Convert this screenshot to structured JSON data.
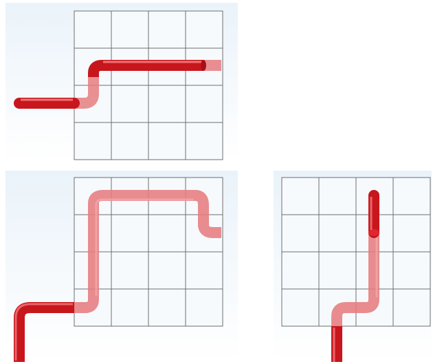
{
  "colors": {
    "background": "#ffffff",
    "panel_gradient_top": "#eaf3fa",
    "panel_gradient_bottom": "#ffffff",
    "grid_fill": "#f7fafd",
    "grid_line": "#6e6e6e",
    "pipe_solid": "#c8161d",
    "pipe_translucent": "#e67c80",
    "pipe_highlight": "#ff9a9e"
  },
  "panels": [
    {
      "name": "top-left",
      "grid": {
        "rows": 4,
        "cols": 4
      },
      "pipe_route": [
        "horizontal-in",
        "bend-up",
        "horizontal-out-right"
      ]
    },
    {
      "name": "bottom-left",
      "grid": {
        "rows": 4,
        "cols": 4
      },
      "pipe_route": [
        "vertical-in-bottom",
        "bend-right",
        "bend-up",
        "horizontal-top",
        "bend-down",
        "exit-right"
      ]
    },
    {
      "name": "bottom-right",
      "grid": {
        "rows": 4,
        "cols": 4
      },
      "pipe_route": [
        "vertical-in-bottom",
        "bend-right",
        "bend-up",
        "vertical-end-cap"
      ]
    }
  ]
}
